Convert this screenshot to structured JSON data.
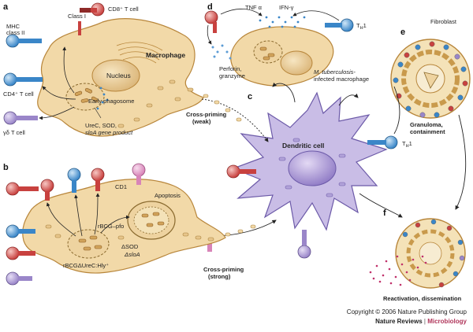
{
  "panels": {
    "a": {
      "letter": "a",
      "labels": {
        "cd8": "CD8⁺ T cell",
        "class1": "Class I",
        "mhc2_line1": "MHC",
        "mhc2_line2": "class II",
        "cd4": "CD4⁺ T cell",
        "macrophage": "Macrophage",
        "nucleus": "Nucleus",
        "phagosome": "Early phagosome",
        "gdt": "γδ T cell",
        "ure_line1": "UreC, SOD,",
        "ure_line2": "sloA gene product"
      }
    },
    "b": {
      "letter": "b",
      "labels": {
        "cd1": "CD1",
        "apoptosis": "Apoptosis",
        "pfo": "rBCG–pfo",
        "dsod": "ΔSOD",
        "dsloa": "ΔsloA",
        "rbcg": "rBCGΔUreC:Hly⁺"
      }
    },
    "c": {
      "letter": "c",
      "labels": {
        "weak_line1": "Cross-priming",
        "weak_line2": "(weak)",
        "dc": "Dendritic cell",
        "th1": "T",
        "th1_sub": "H",
        "th1_num": "1",
        "strong_line1": "Cross-priming",
        "strong_line2": "(strong)"
      }
    },
    "d": {
      "letter": "d",
      "labels": {
        "tnf": "TNF α",
        "ifn": "IFN-γ",
        "th1": "T",
        "th1_sub": "H",
        "th1_num": "1",
        "perf_line1": "Perforin,",
        "perf_line2": "granzyme",
        "mtb_line1": "M. tuberculosis-",
        "mtb_line2": "infected macrophage"
      }
    },
    "e": {
      "letter": "e",
      "labels": {
        "fibroblast": "Fibroblast",
        "gran_line1": "Granuloma,",
        "gran_line2": "containment"
      }
    },
    "f": {
      "letter": "f",
      "labels": {
        "react": "Reactivation, dissemination"
      }
    }
  },
  "footer": {
    "copyright": "Copyright © 2006 Nature Publishing Group",
    "journal": "Nature Reviews",
    "separator": "|",
    "section": "Microbiology"
  },
  "colors": {
    "macrophage_fill": "#f2d9a8",
    "macrophage_stroke": "#b8863b",
    "dc_fill": "#c9bde6",
    "dc_stroke": "#6c5aa8",
    "nucleus_fill": "#e7c98f",
    "tcell_blue": "#3a86c8",
    "tcell_red": "#c8413f",
    "tcell_pink": "#d884b8",
    "tcell_purple": "#9a86c9",
    "granuloma_fill": "#f4e2b8"
  }
}
